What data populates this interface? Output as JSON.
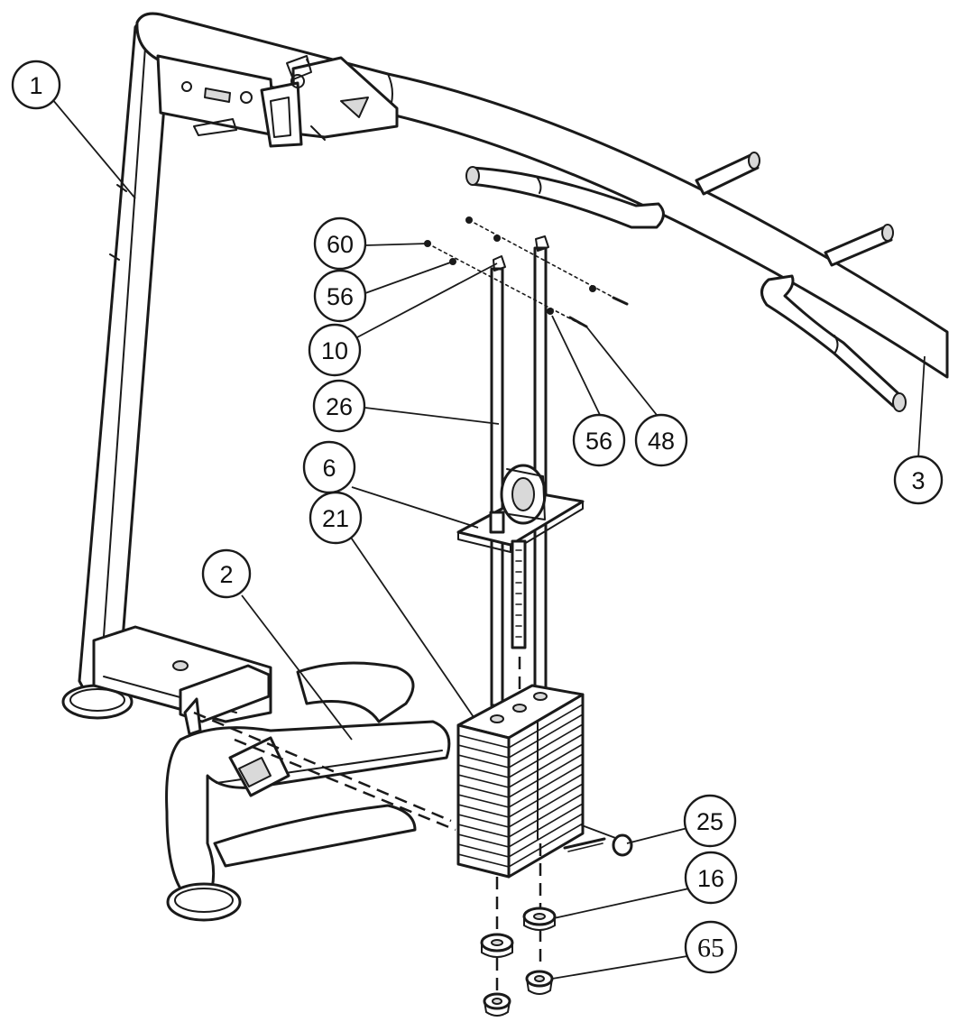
{
  "callouts": [
    {
      "id": "c1",
      "label": "1"
    },
    {
      "id": "c2",
      "label": "2"
    },
    {
      "id": "c3",
      "label": "3"
    },
    {
      "id": "c60",
      "label": "60"
    },
    {
      "id": "c56a",
      "label": "56"
    },
    {
      "id": "c10",
      "label": "10"
    },
    {
      "id": "c26",
      "label": "26"
    },
    {
      "id": "c6",
      "label": "6"
    },
    {
      "id": "c21",
      "label": "21"
    },
    {
      "id": "c56b",
      "label": "56"
    },
    {
      "id": "c48",
      "label": "48"
    },
    {
      "id": "c25",
      "label": "25"
    },
    {
      "id": "c16",
      "label": "16"
    },
    {
      "id": "c65",
      "label": "65"
    }
  ]
}
